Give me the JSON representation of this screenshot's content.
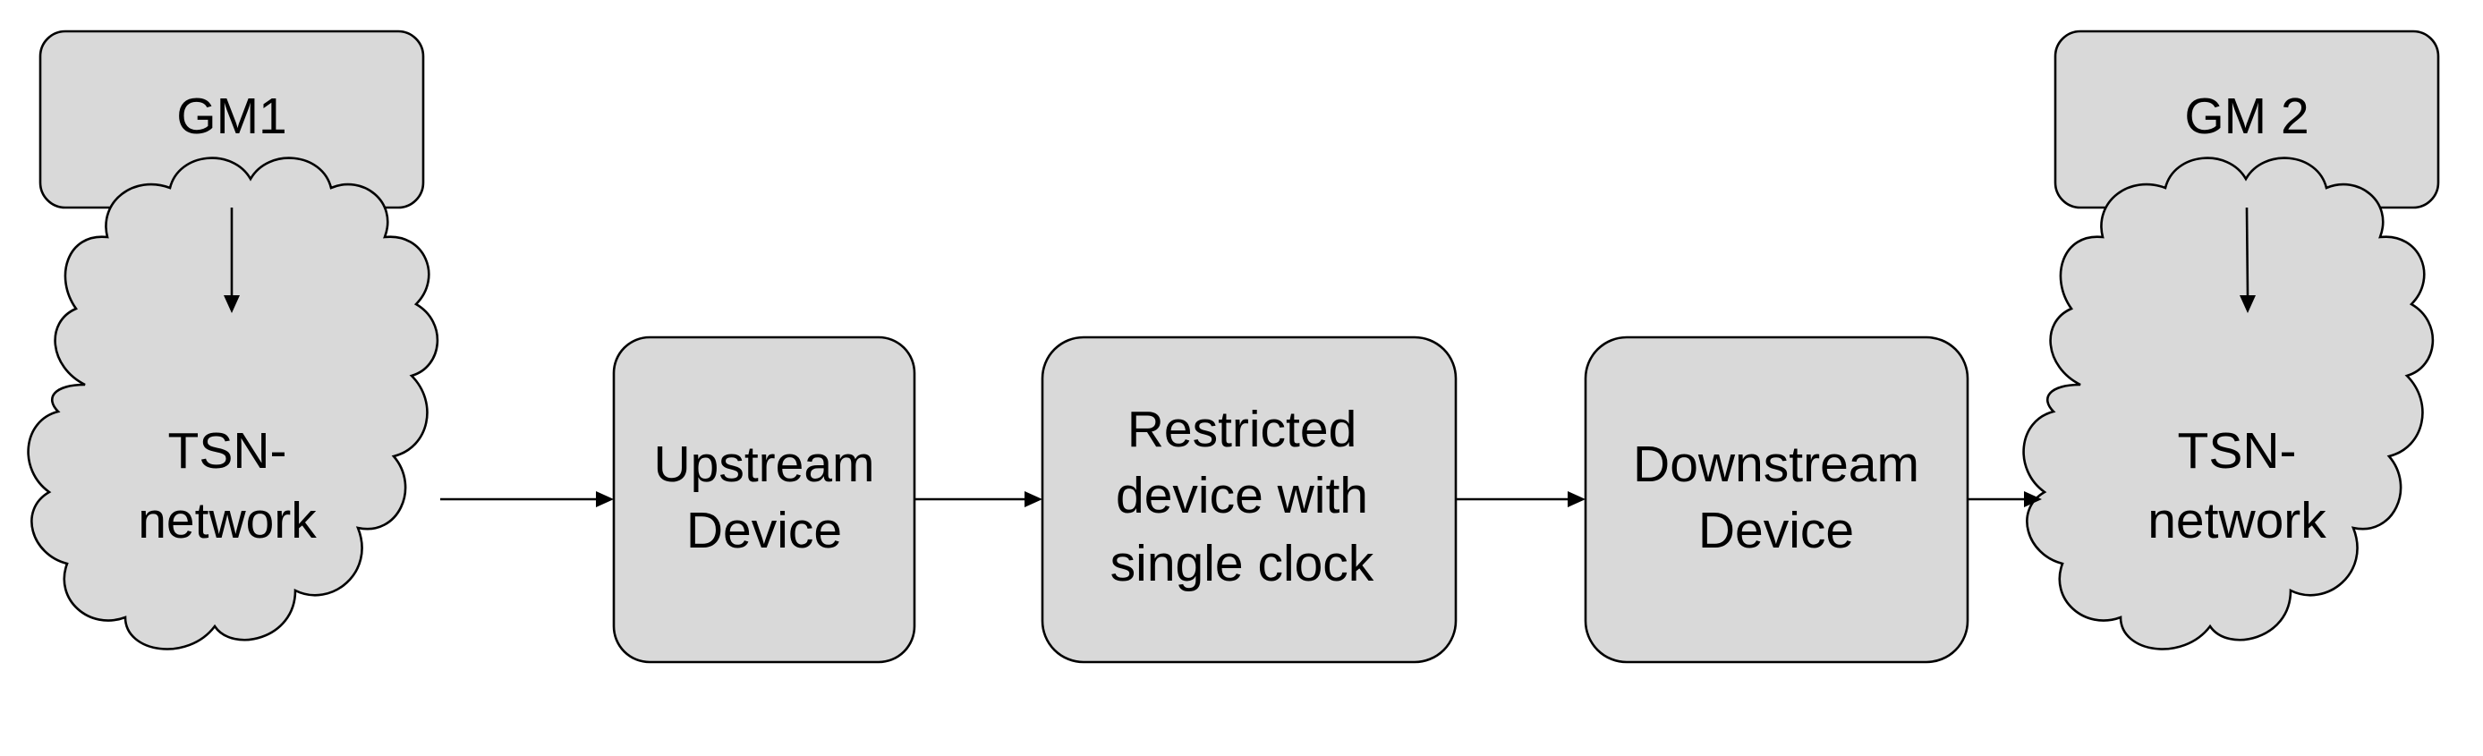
{
  "diagram": {
    "gm1": {
      "label": "GM1"
    },
    "gm2": {
      "label": "GM 2"
    },
    "tsn_left": {
      "lines": [
        "TSN-",
        "network"
      ]
    },
    "tsn_right": {
      "lines": [
        "TSN-",
        "network"
      ]
    },
    "upstream": {
      "lines": [
        "Upstream",
        "Device"
      ]
    },
    "restricted": {
      "lines": [
        "Restricted",
        "device with",
        "single clock"
      ]
    },
    "downstream": {
      "lines": [
        "Downstream",
        "Device"
      ]
    }
  },
  "colors": {
    "node_fill": "#d9d9d9",
    "stroke": "#000000",
    "background": "#ffffff"
  }
}
